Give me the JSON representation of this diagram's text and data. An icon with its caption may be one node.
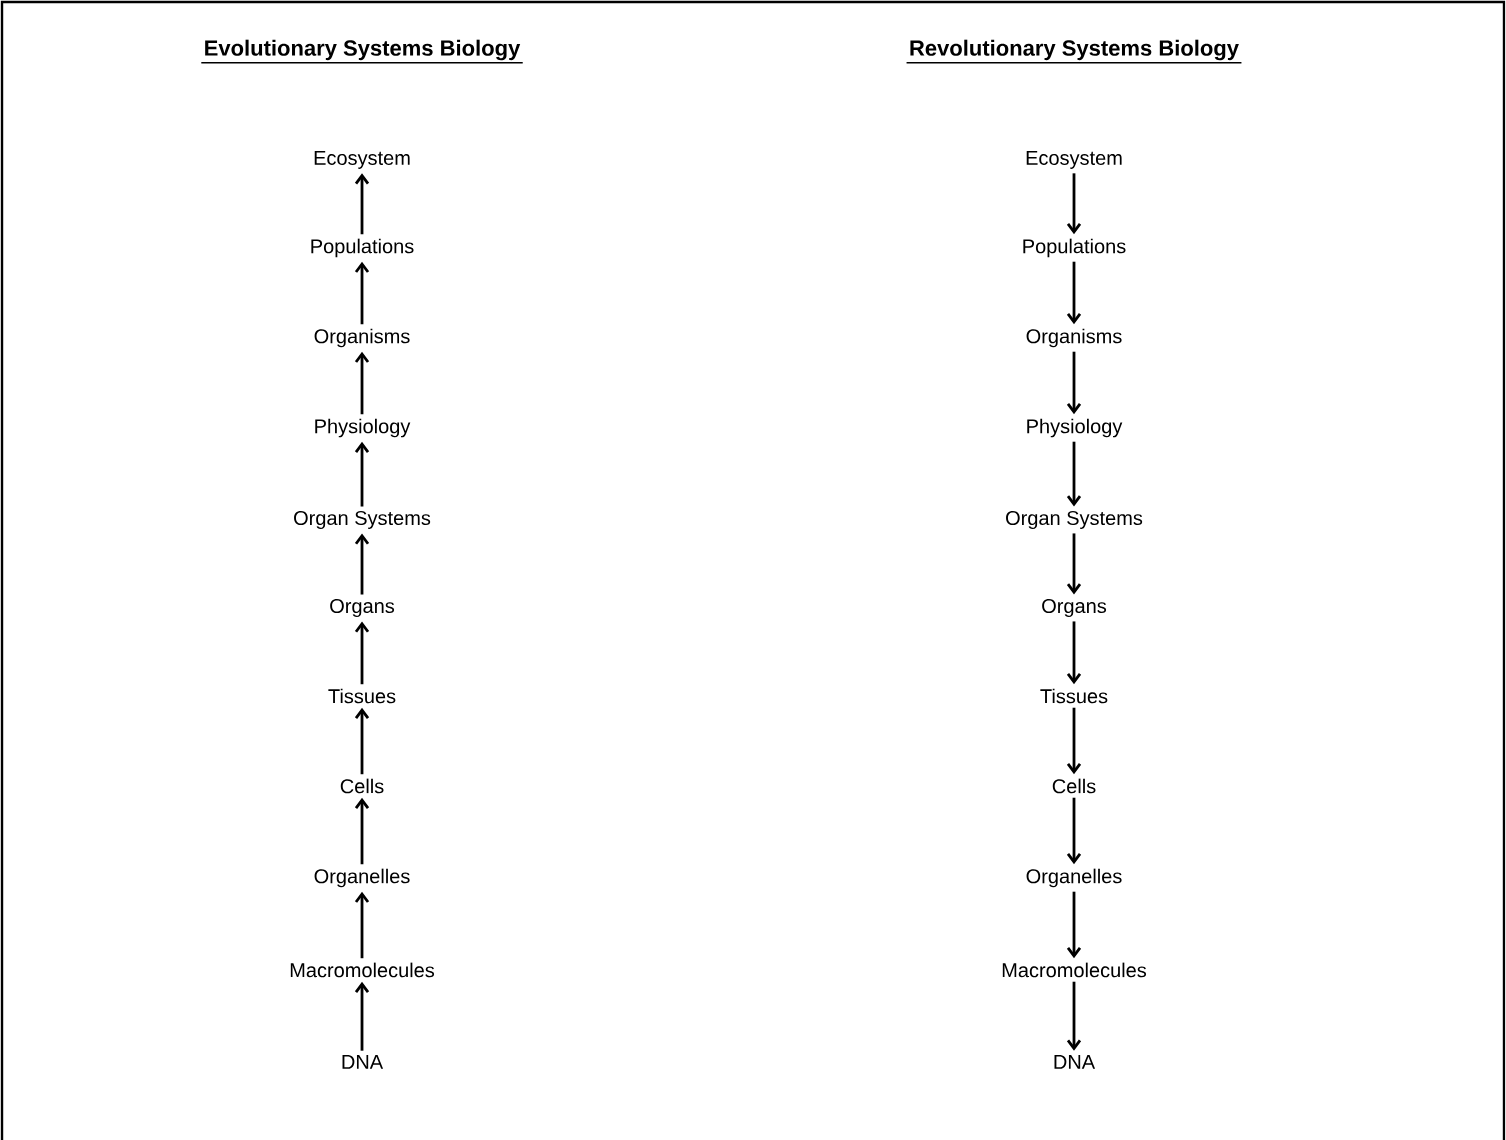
{
  "diagram": {
    "nodes": [
      {
        "text": [
          "Ecosystem"
        ]
      },
      {
        "text": [
          "Populations"
        ]
      },
      {
        "text": [
          "Organisms"
        ]
      },
      {
        "text": [
          "Physiology"
        ]
      },
      {
        "text": [
          "Organ Systems"
        ]
      },
      {
        "text": [
          "Organs"
        ]
      },
      {
        "text": [
          "Tissues"
        ]
      },
      {
        "text": [
          "Cells"
        ]
      },
      {
        "text": [
          "Organelles"
        ]
      },
      {
        "text": [
          "Macromolecules"
        ]
      },
      {
        "text": [
          "DNA"
        ]
      },
      {
        "text": [
          "Ecosystem"
        ]
      },
      {
        "text": [
          "Populations"
        ]
      },
      {
        "text": [
          "Organisms"
        ]
      },
      {
        "text": [
          "Physiology"
        ]
      },
      {
        "text": [
          "Organ Systems"
        ]
      },
      {
        "text": [
          "Organs"
        ]
      },
      {
        "text": [
          "Tissues"
        ]
      },
      {
        "text": [
          "Cells"
        ]
      },
      {
        "text": [
          "Organelles"
        ]
      },
      {
        "text": [
          "Macromolecules"
        ]
      },
      {
        "text": [
          "DNA"
        ]
      }
    ],
    "edges": [
      {
        "from": 1,
        "to": 0,
        "arrow": "to"
      },
      {
        "from": 2,
        "to": 1,
        "arrow": "to"
      },
      {
        "from": 3,
        "to": 2,
        "arrow": "to"
      },
      {
        "from": 4,
        "to": 3,
        "arrow": "to"
      },
      {
        "from": 5,
        "to": 4,
        "arrow": "to"
      },
      {
        "from": 6,
        "to": 5,
        "arrow": "to"
      },
      {
        "from": 7,
        "to": 6,
        "arrow": "to"
      },
      {
        "from": 8,
        "to": 7,
        "arrow": "to"
      },
      {
        "from": 9,
        "to": 8,
        "arrow": "to"
      },
      {
        "from": 10,
        "to": 9,
        "arrow": "to"
      },
      {
        "from": 11,
        "to": 12,
        "arrow": "to"
      },
      {
        "from": 12,
        "to": 13,
        "arrow": "to"
      },
      {
        "from": 13,
        "to": 14,
        "arrow": "to"
      },
      {
        "from": 14,
        "to": 15,
        "arrow": "to"
      },
      {
        "from": 15,
        "to": 16,
        "arrow": "to"
      },
      {
        "from": 16,
        "to": 17,
        "arrow": "to"
      },
      {
        "from": 17,
        "to": 18,
        "arrow": "to"
      },
      {
        "from": 18,
        "to": 19,
        "arrow": "to"
      },
      {
        "from": 19,
        "to": 20,
        "arrow": "to"
      },
      {
        "from": 20,
        "to": 21,
        "arrow": "to"
      }
    ],
    "labels": [
      "Evolutionary Systems Biology",
      "Revolutionary Systems Biology"
    ]
  }
}
